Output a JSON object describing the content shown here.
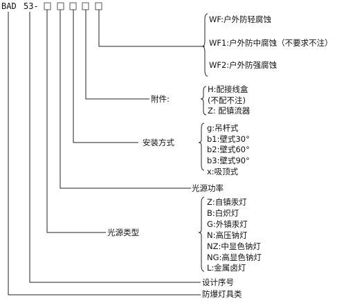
{
  "model": {
    "prefix": "BAD",
    "series": "53-"
  },
  "groups": {
    "corrosion": {
      "items": [
        "WF:户外防轻腐蚀",
        "WF1:户外防中腐蚀（不要求不注）",
        "WF2:户外防强腐蚀"
      ]
    },
    "accessory": {
      "label": "附件:",
      "items": [
        "H:配接线盒",
        "(不配不注)",
        "Z: 配镇流器"
      ]
    },
    "mounting": {
      "label": "安装方式",
      "items": [
        "g:吊杆式",
        "b1:壁式30°",
        "b2:壁式60°",
        "b3:壁式90°",
        "x:吸顶式"
      ]
    },
    "power": {
      "label": "光源功率"
    },
    "source": {
      "label": "光源类型",
      "items": [
        "Z:自镇汞灯",
        "B:白炽灯",
        "G:外镇汞灯",
        "N:高压钠灯",
        "NZ:中显色钠灯",
        "NG:高显色钠灯",
        "L:金属卤灯"
      ]
    },
    "design": {
      "label": "设计序号"
    },
    "category": {
      "label": "防爆灯具类"
    }
  }
}
